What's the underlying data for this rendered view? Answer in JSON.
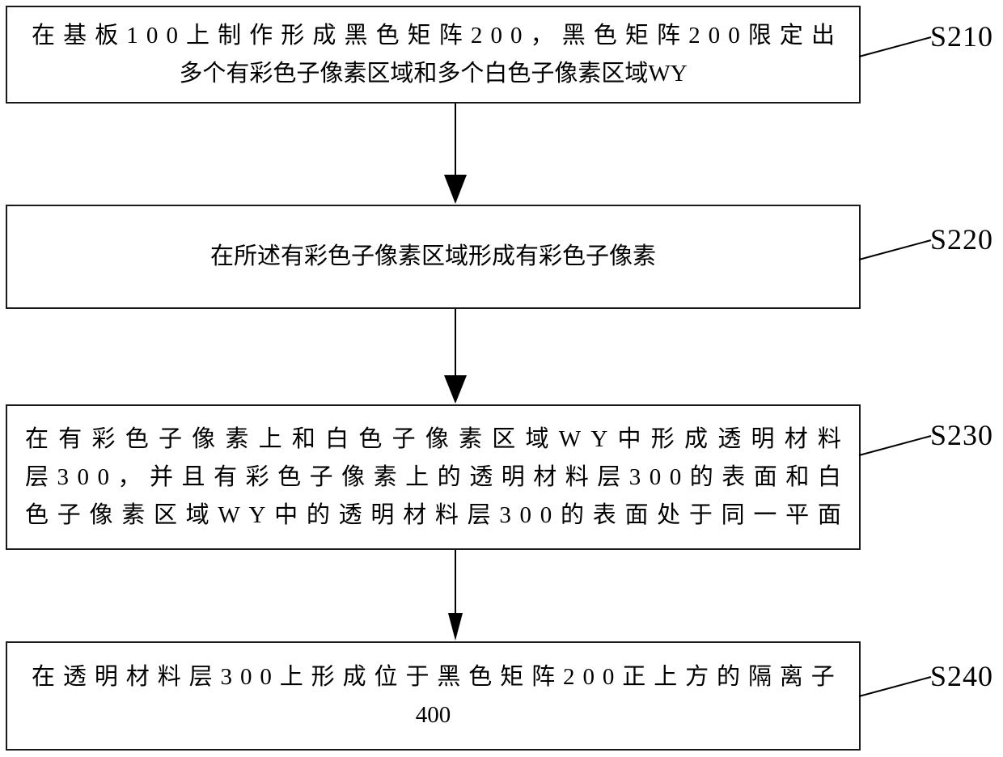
{
  "diagram": {
    "type": "flowchart",
    "orientation": "vertical",
    "language": "zh-CN",
    "colors": {
      "box_border": "#1a1a1a",
      "box_fill": "#ffffff",
      "text": "#000000",
      "connector": "#000000",
      "background": "#ffffff"
    },
    "steps": [
      {
        "id": "S210",
        "label": "S210",
        "lines": [
          "在基板100上制作形成黑色矩阵200，黑色矩阵200限定出",
          "多个有彩色子像素区域和多个白色子像素区域WY"
        ],
        "text": "在基板100上制作形成黑色矩阵200，黑色矩阵200限定出多个有彩色子像素区域和多个白色子像素区域WY"
      },
      {
        "id": "S220",
        "label": "S220",
        "lines": [
          "在所述有彩色子像素区域形成有彩色子像素"
        ],
        "text": "在所述有彩色子像素区域形成有彩色子像素"
      },
      {
        "id": "S230",
        "label": "S230",
        "lines": [
          "在有彩色子像素上和白色子像素区域WY中形成透明材料",
          "层300，并且有彩色子像素上的透明材料层300的表面和白",
          "色子像素区域WY中的透明材料层300的表面处于同一平面"
        ],
        "text": "在有彩色子像素上和白色子像素区域WY中形成透明材料层300，并且有彩色子像素上的透明材料层300的表面和白色子像素区域WY中的透明材料层300的表面处于同一平面"
      },
      {
        "id": "S240",
        "label": "S240",
        "lines": [
          "在透明材料层300上形成位于黑色矩阵200正上方的隔离子",
          "400"
        ],
        "text": "在透明材料层300上形成位于黑色矩阵200正上方的隔离子400"
      }
    ],
    "connectors": [
      {
        "from": "S210",
        "to": "S220",
        "arrowhead": "filled-triangle"
      },
      {
        "from": "S220",
        "to": "S230",
        "arrowhead": "filled-triangle"
      },
      {
        "from": "S230",
        "to": "S240",
        "arrowhead": "filled-triangle"
      }
    ]
  }
}
